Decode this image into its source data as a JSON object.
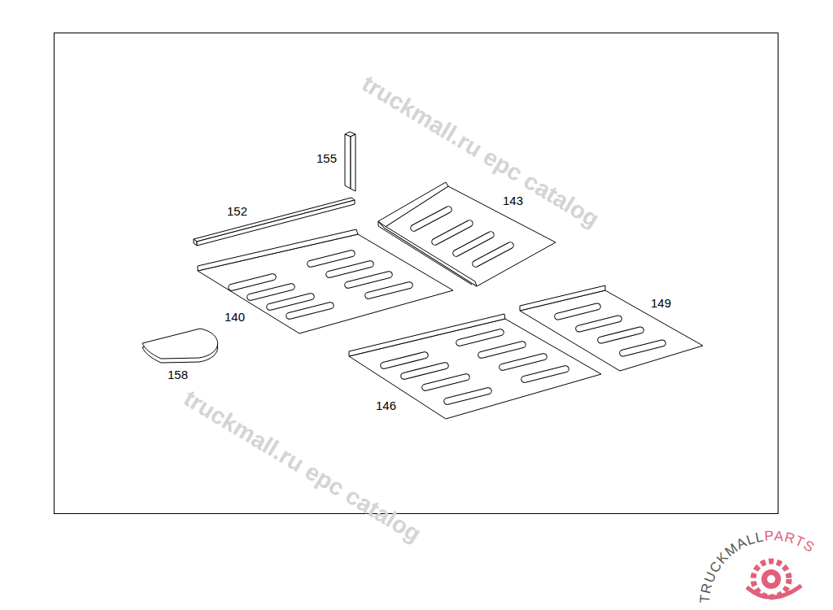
{
  "diagram": {
    "labels": [
      "155",
      "152",
      "143",
      "140",
      "158",
      "146",
      "149",
      "truckmall.ru epc catalog",
      "truckmall.ru epc catalog",
      "TRUCKMALL",
      "PARTS"
    ]
  }
}
